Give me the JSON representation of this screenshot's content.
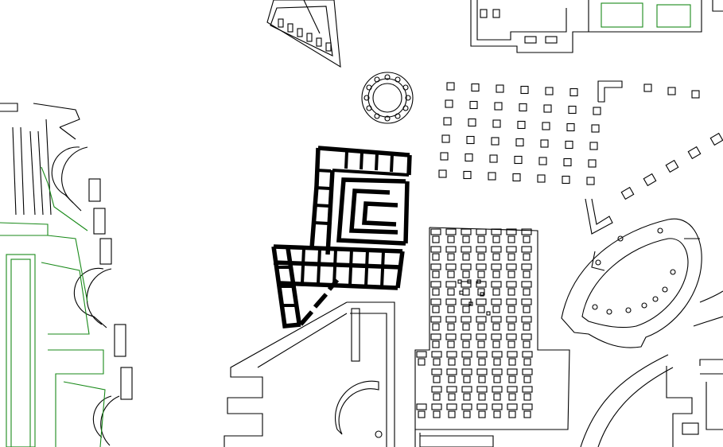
{
  "map": {
    "colors": {
      "background": "#ffffff",
      "outline": "#000000",
      "vegetation_outline": "#1a8a1a",
      "highlight_building": "#000000"
    },
    "features": [
      "highlighted-building-plan",
      "circular-tholos",
      "colonnade-grid",
      "oval-amphitheatre-plan",
      "dense-room-complex",
      "garden-hemicycle-wall",
      "angled-building-north",
      "road-outlines"
    ]
  }
}
